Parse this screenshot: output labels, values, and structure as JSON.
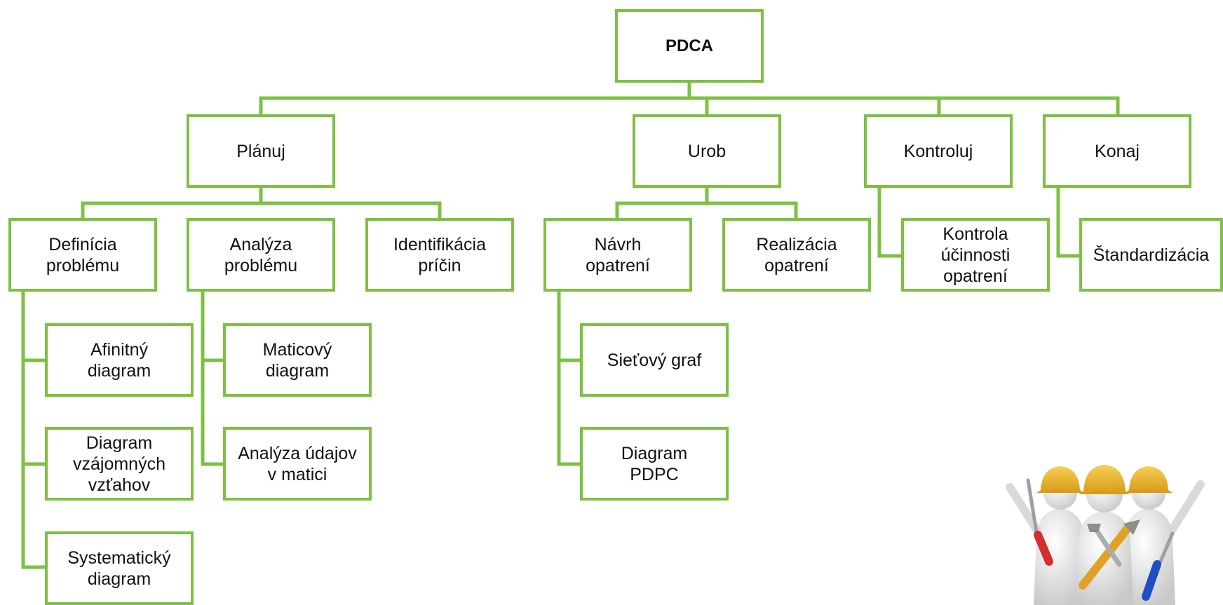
{
  "colors": {
    "box_border": "#7DC143",
    "connector": "#7DC143",
    "text": "#111111"
  },
  "nodes": {
    "root": "PDCA",
    "planuj": "Plánuj",
    "urob": "Urob",
    "kontroluj": "Kontroluj",
    "konaj": "Konaj",
    "definicia": "Definícia\nproblému",
    "analyza": "Analýza\nproblému",
    "identifikacia": "Identifikácia\npríčin",
    "navrh": "Návrh\nopatrení",
    "realizacia": "Realizácia\nopatrení",
    "kontrola": "Kontrola\núčinnosti\nopatrení",
    "standardizacia": "Štandardizácia",
    "afinitny": "Afinitný\ndiagram",
    "vzajomnych": "Diagram\nvzájomných\nvzťahov",
    "systematicky": "Systematický\ndiagram",
    "maticovy": "Maticový\ndiagram",
    "analyza_udajov": "Analýza údajov\nv matici",
    "sietovy": "Sieťový graf",
    "pdpc": "Diagram\nPDPC"
  },
  "illustration": {
    "icon": "three-workers-with-tools-icon"
  }
}
